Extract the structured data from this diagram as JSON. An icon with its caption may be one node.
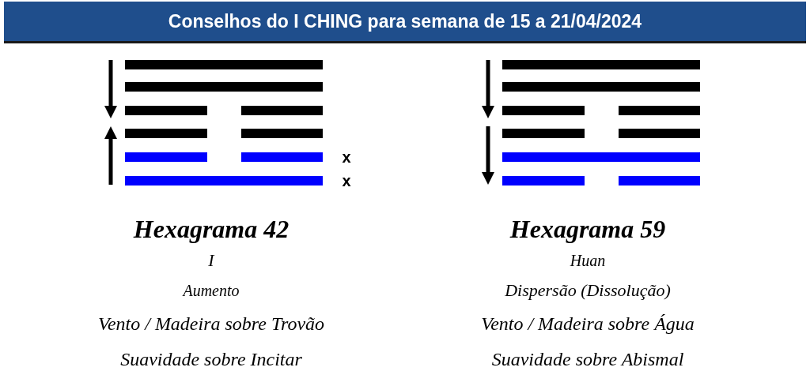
{
  "diagram": {
    "title": "Conselhos do I CHING para semana de 15 a 21/04/2024",
    "labels": [
      "x",
      "x",
      "Hexagrama 42",
      "I",
      "Aumento",
      "Vento / Madeira sobre Trovão",
      "Suavidade sobre Incitar",
      "Hexagrama 59",
      "Huan",
      "Dispersão (Dissolução)",
      "Vento / Madeira sobre Água",
      "Suavidade sobre Abismal"
    ]
  }
}
